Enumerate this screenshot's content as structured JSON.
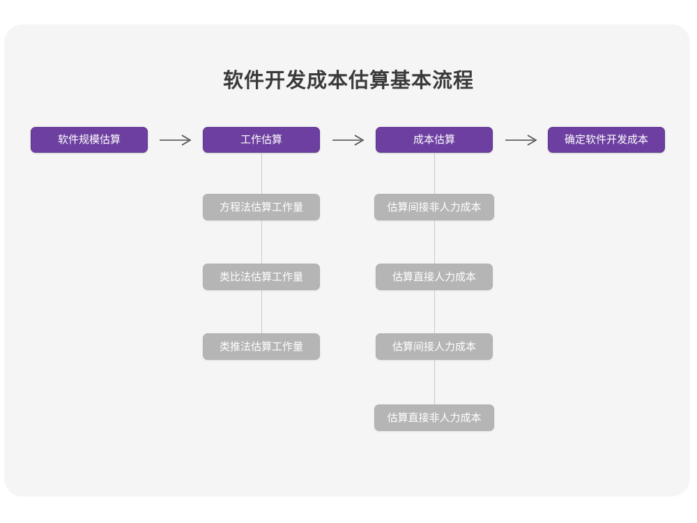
{
  "page": {
    "title": "软件开发成本估算基本流程",
    "background_color": "#ffffff",
    "card_color": "#f5f5f5"
  },
  "colors": {
    "primary": "#6c3fa0",
    "secondary": "#b5b5b5",
    "connector": "#c9c9c9",
    "arrow": "#4a4a4a",
    "title_text": "#3a3a3a",
    "node_text": "#ffffff"
  },
  "flow": {
    "main_steps": [
      {
        "label": "软件规模估算"
      },
      {
        "label": "工作估算"
      },
      {
        "label": "成本估算"
      },
      {
        "label": "确定软件开发成本"
      }
    ],
    "arrows": [
      {
        "name": "arrow-1",
        "glyph": "arrow-right-icon"
      },
      {
        "name": "arrow-2",
        "glyph": "arrow-right-icon"
      },
      {
        "name": "arrow-3",
        "glyph": "arrow-right-icon"
      }
    ],
    "branches": [
      {
        "parent": "工作估算",
        "items": [
          {
            "label": "方程法估算工作量"
          },
          {
            "label": "类比法估算工作量"
          },
          {
            "label": "类推法估算工作量"
          }
        ]
      },
      {
        "parent": "成本估算",
        "items": [
          {
            "label": "估算间接非人力成本"
          },
          {
            "label": "估算直接人力成本"
          },
          {
            "label": "估算间接人力成本"
          },
          {
            "label": "估算直接非人力成本"
          }
        ]
      }
    ]
  }
}
